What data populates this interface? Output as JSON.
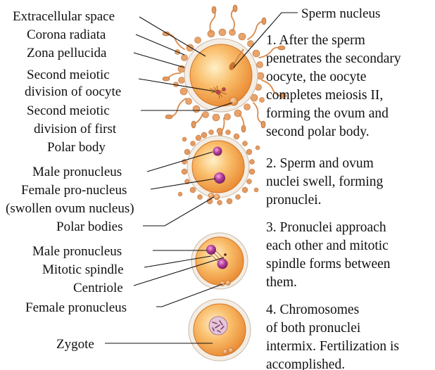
{
  "labels": {
    "extracellular_space": "Extracellular space",
    "sperm_nucleus": "Sperm nucleus",
    "corona_radiata": "Corona radiata",
    "zona_pellucida": "Zona pellucida",
    "second_meiotic_oocyte_1": "Second meiotic",
    "second_meiotic_oocyte_2": "division of oocyte",
    "second_meiotic_polar_1": "Second meiotic",
    "second_meiotic_polar_2": "division of first",
    "second_meiotic_polar_3": "Polar body",
    "male_pronucleus_2": "Male pronucleus",
    "female_pronucleus_2a": "Female pro-nucleus",
    "female_pronucleus_2b": "(swollen ovum nucleus)",
    "polar_bodies": "Polar bodies",
    "male_pronucleus_3": "Male pronucleus",
    "mitotic_spindle": "Mitotic spindle",
    "centriole": "Centriole",
    "female_pronucleus_3": "Female pronucleus",
    "zygote": "Zygote"
  },
  "steps": [
    {
      "lines": [
        "1. After the sperm",
        "penetrates the secondary",
        "oocyte, the oocyte",
        "completes meiosis II,",
        "forming the ovum and",
        "second polar body."
      ]
    },
    {
      "lines": [
        "2. Sperm and ovum",
        "nuclei swell, forming",
        "pronuclei."
      ]
    },
    {
      "lines": [
        "3. Pronuclei approach",
        "each other and mitotic",
        "spindle forms between",
        "them."
      ]
    },
    {
      "lines": [
        "4. Chromosomes",
        "of both pronuclei",
        "intermix. Fertilization is",
        "accomplished."
      ]
    }
  ],
  "colors": {
    "cytoplasm": "#f4a24a",
    "cytoplasm_light": "#fde0a8",
    "zona": "#f2ece4",
    "corona": "#e9a56c",
    "pronucleus": "#a8338f"
  }
}
